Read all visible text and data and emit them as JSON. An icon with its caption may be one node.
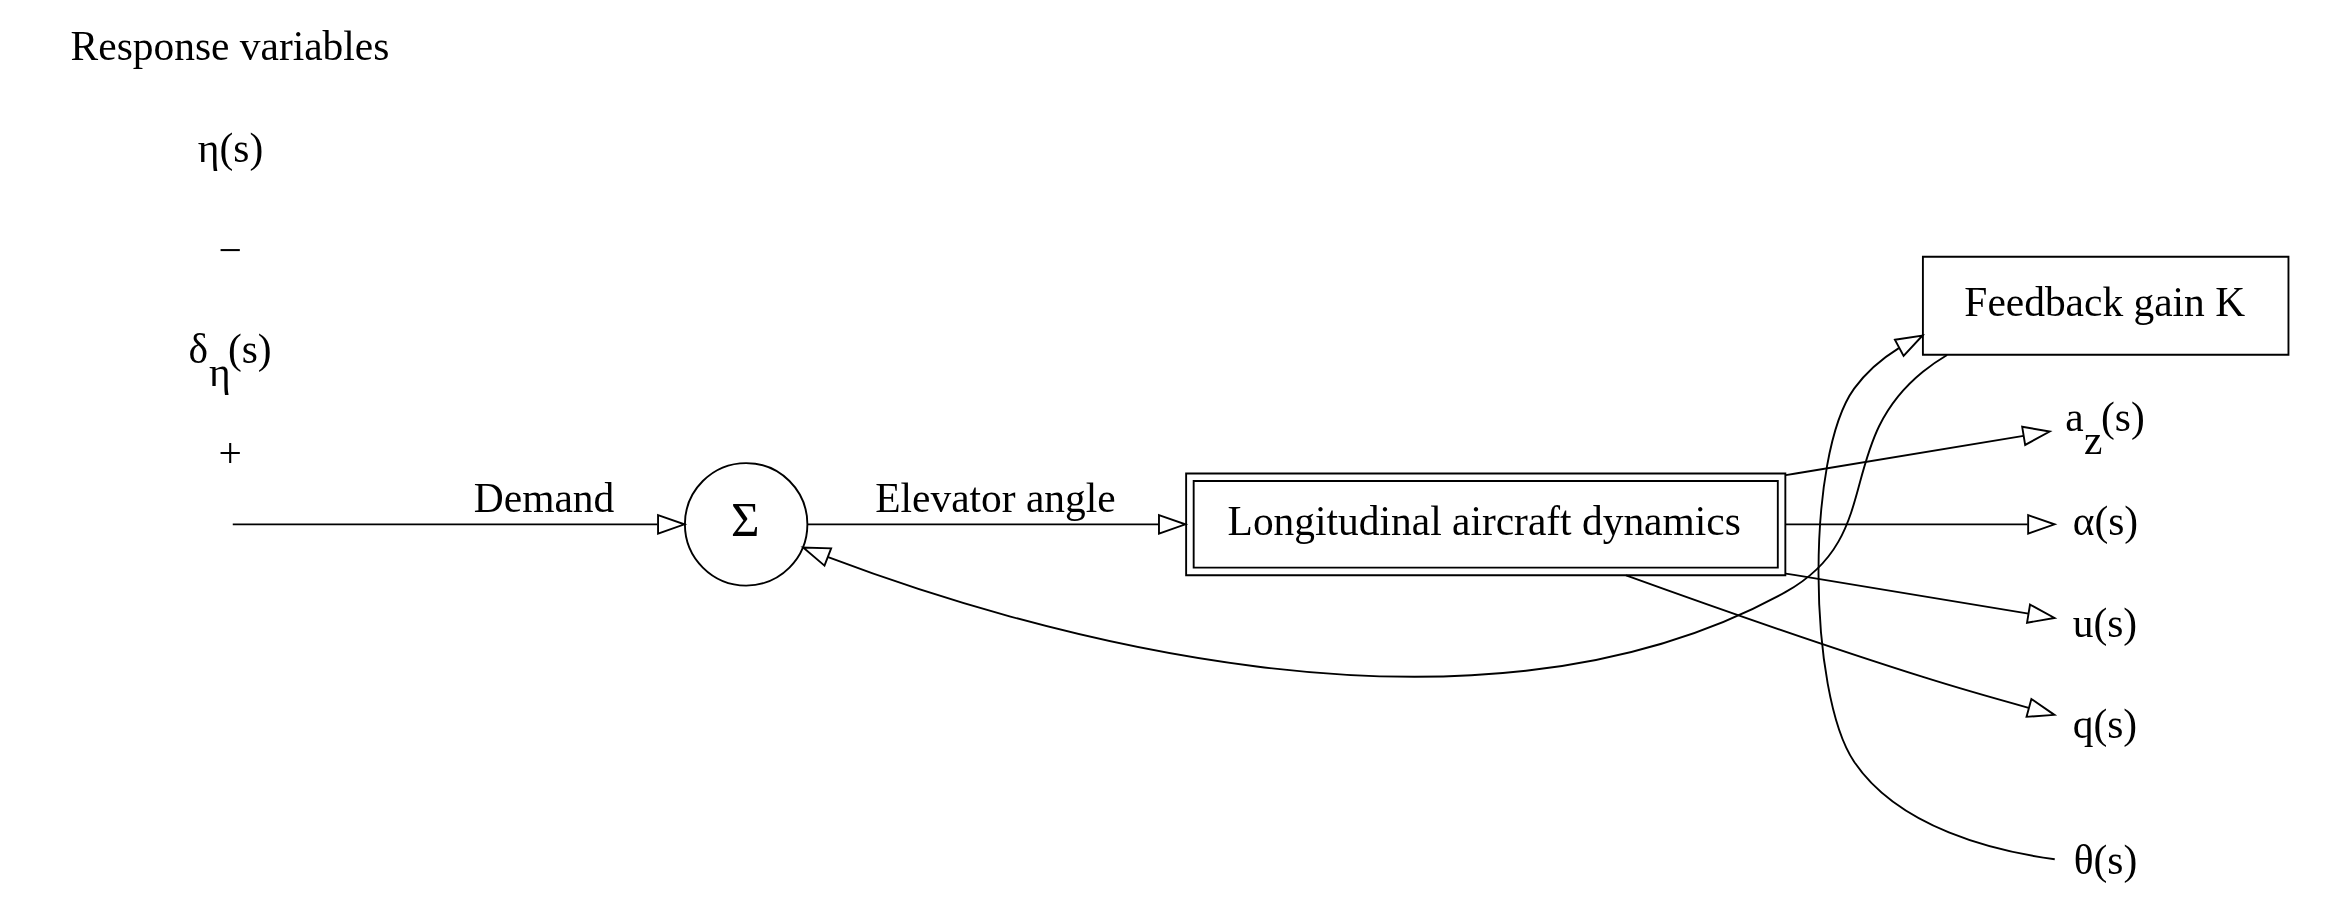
{
  "diagram": {
    "nodes": [
      {
        "text": [
          "Σ"
        ]
      },
      {
        "text": [
          "Longitudinal aircraft dynamics"
        ]
      },
      {
        "text": [
          "Feedback gain K"
        ]
      },
      {
        "text": [
          "a$_{z}$(s)"
        ]
      },
      {
        "text": [
          "α(s)"
        ]
      },
      {
        "text": [
          "u(s)"
        ]
      },
      {
        "text": [
          "q(s)"
        ]
      },
      {
        "text": [
          "θ(s)"
        ]
      }
    ],
    "edges": [
      {
        "from": null,
        "to": 0,
        "arrow": "to",
        "label": "Demand"
      },
      {
        "from": 0,
        "to": 1,
        "arrow": "to",
        "label": "Elevator angle"
      },
      {
        "from": 1,
        "to": 3,
        "arrow": "to"
      },
      {
        "from": 1,
        "to": 4,
        "arrow": "to"
      },
      {
        "from": 1,
        "to": 5,
        "arrow": "to"
      },
      {
        "from": 1,
        "to": 6,
        "arrow": "to"
      },
      {
        "from": 7,
        "to": 2,
        "arrow": "to"
      },
      {
        "from": 2,
        "to": 0,
        "arrow": "to"
      }
    ],
    "labels": [
      "+",
      "δ$_{η}$(s)",
      "−",
      "η(s)",
      "Response variables"
    ]
  }
}
